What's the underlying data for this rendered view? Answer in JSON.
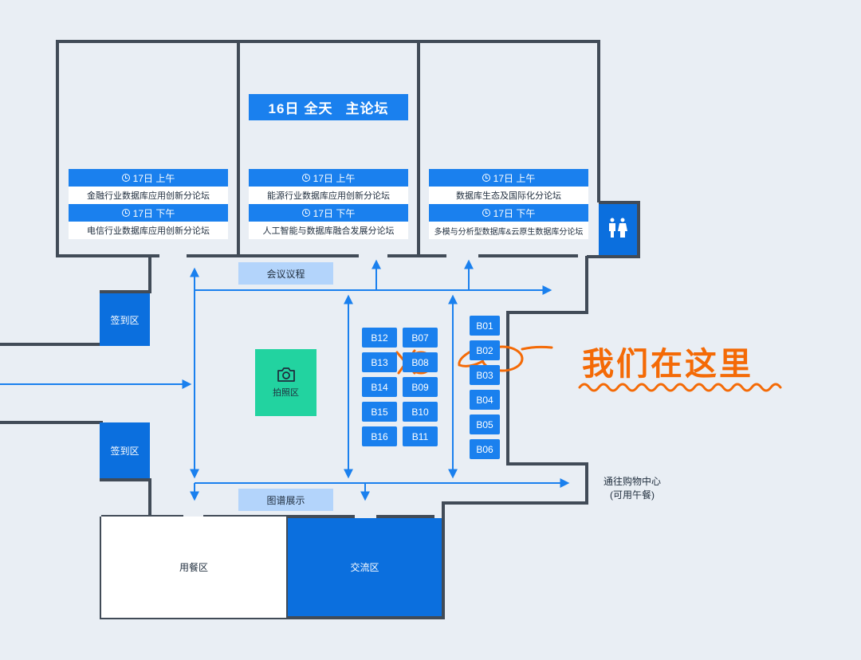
{
  "main_forum": {
    "day": "16日",
    "time": "全天",
    "title": "主论坛"
  },
  "forums": [
    {
      "time": "17日 上午",
      "title": "金融行业数据库应用创新分论坛"
    },
    {
      "time": "17日 下午",
      "title": "电信行业数据库应用创新分论坛"
    },
    {
      "time": "17日 上午",
      "title": "能源行业数据库应用创新分论坛"
    },
    {
      "time": "17日 下午",
      "title": "人工智能与数据库融合发展分论坛"
    },
    {
      "time": "17日 上午",
      "title": "数据库生态及国际化分论坛"
    },
    {
      "time": "17日 下午",
      "title": "多模与分析型数据库&云原生数据库分论坛"
    }
  ],
  "labels": {
    "agenda": "会议议程",
    "graph_exhibit": "图谱展示",
    "sign_in_1": "签到区",
    "sign_in_2": "签到区",
    "photo_area": "拍照区",
    "dining": "用餐区",
    "exchange": "交流区",
    "exit_line1": "通往购物中心",
    "exit_line2": "(可用午餐)",
    "we_are_here": "我们在这里"
  },
  "booths_left": [
    "B12",
    "B13",
    "B14",
    "B15",
    "B16"
  ],
  "booths_mid": [
    "B07",
    "B08",
    "B09",
    "B10",
    "B11"
  ],
  "booths_right": [
    "B01",
    "B02",
    "B03",
    "B04",
    "B05",
    "B06"
  ],
  "icons": {
    "restroom": "restroom-icon",
    "camera": "camera-icon",
    "clock": "clock-icon"
  },
  "colors": {
    "wall": "#414b57",
    "arrow": "#1a80ee",
    "booth": "#1a80ee",
    "zone": "#0b6fde",
    "photo": "#22d3a0",
    "annotation": "#f46a06",
    "background": "#e9eef4"
  }
}
